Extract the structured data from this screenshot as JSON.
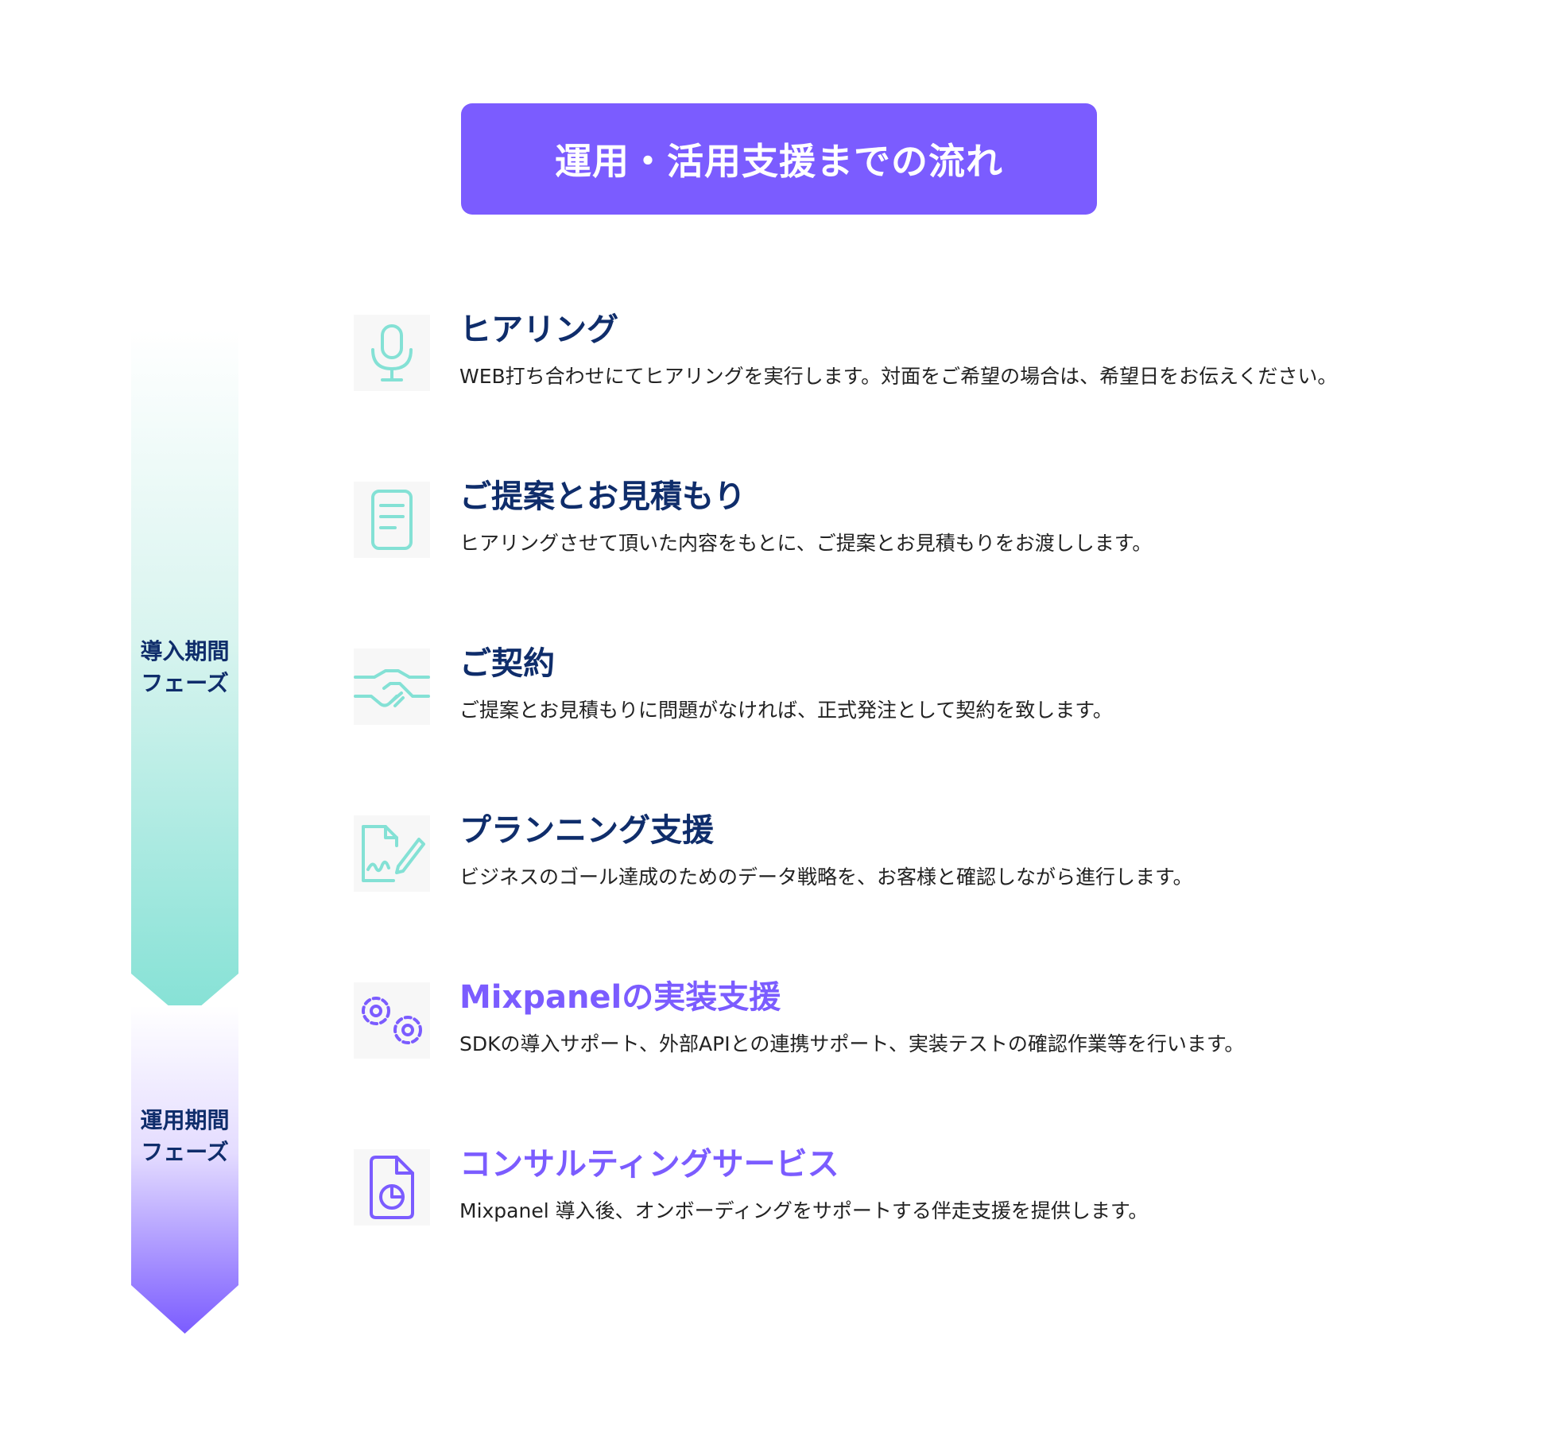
{
  "header": {
    "title": "運用・活用支援までの流れ"
  },
  "phases": [
    {
      "label_line1": "導入期間",
      "label_line2": "フェーズ"
    },
    {
      "label_line1": "運用期間",
      "label_line2": "フェーズ"
    }
  ],
  "steps": [
    {
      "icon": "microphone-icon",
      "title": "ヒアリング",
      "description": "WEB打ち合わせにてヒアリングを実行します。対面をご希望の場合は、希望日をお伝えください。"
    },
    {
      "icon": "document-icon",
      "title": "ご提案とお見積もり",
      "description": "ヒアリングさせて頂いた内容をもとに、ご提案とお見積もりをお渡しします。"
    },
    {
      "icon": "handshake-icon",
      "title": "ご契約",
      "description": "ご提案とお見積もりに問題がなければ、正式発注として契約を致します。"
    },
    {
      "icon": "signature-pen-icon",
      "title": "プランニング支援",
      "description": "ビジネスのゴール達成のためのデータ戦略を、お客様と確認しながら進行します。"
    },
    {
      "icon": "gears-icon",
      "title": "Mixpanelの実装支援",
      "description": "SDKの導入サポート、外部APIとの連携サポート、実装テストの確認作業等を行います。"
    },
    {
      "icon": "pie-chart-file-icon",
      "title": "コンサルティングサービス",
      "description": "Mixpanel 導入後、オンボーディングをサポートする伴走支援を提供します。"
    }
  ],
  "colors": {
    "accent_purple": "#7b5cff",
    "navy": "#0f2d6b",
    "teal": "#84e1d5",
    "text": "#222222"
  }
}
